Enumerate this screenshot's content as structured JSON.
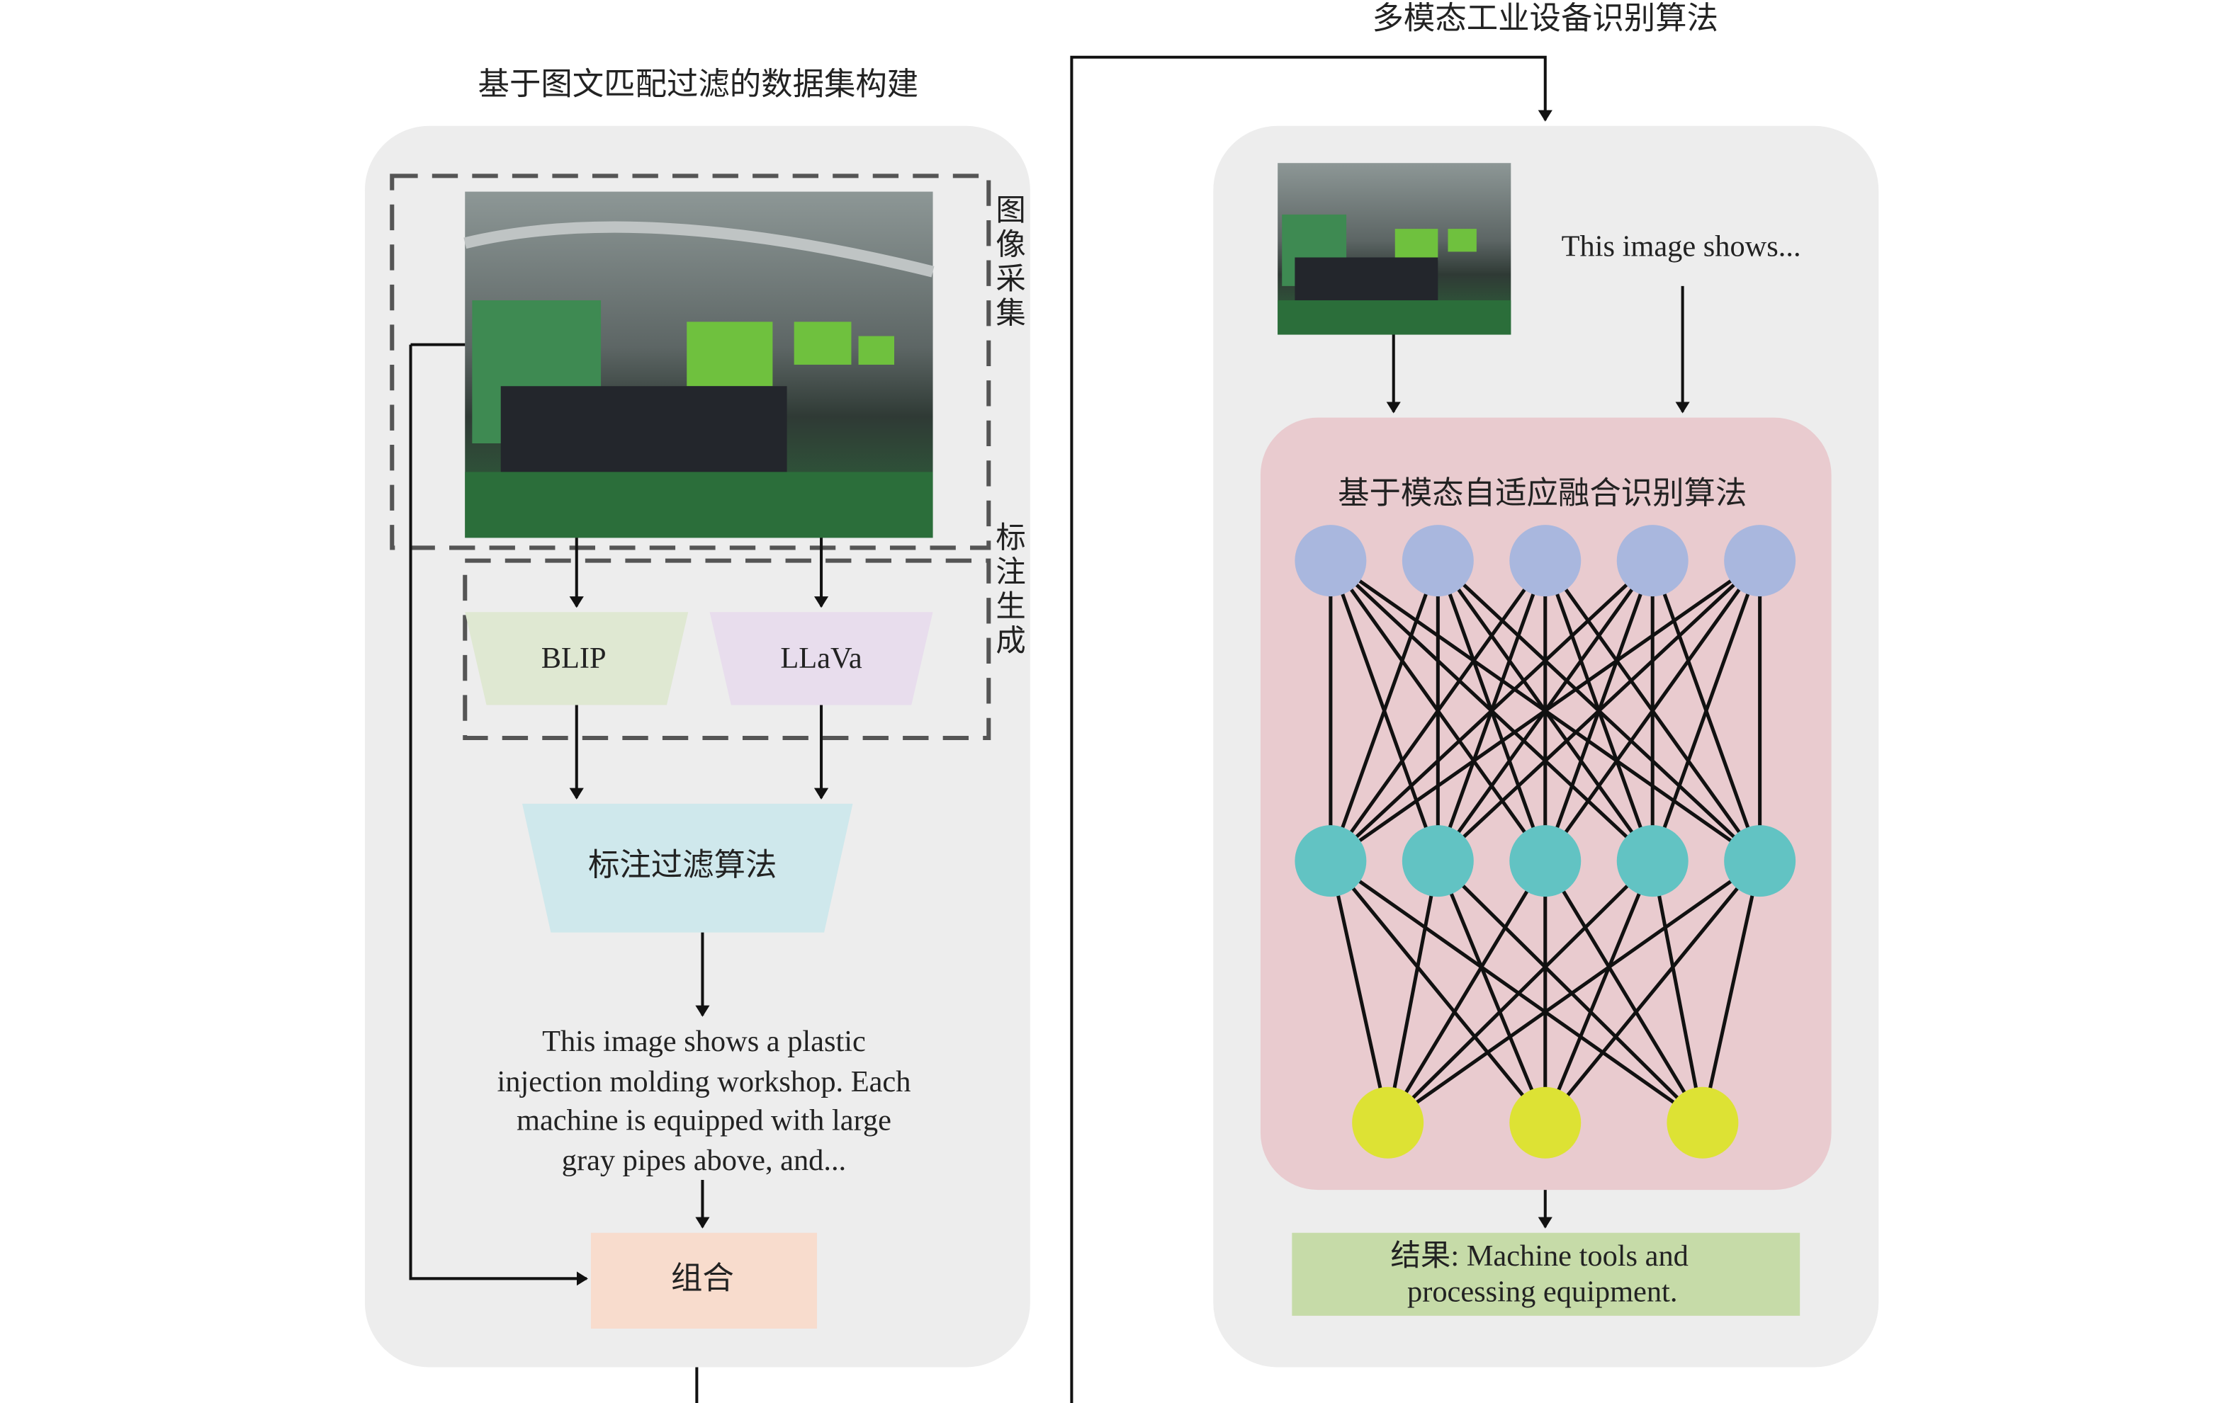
{
  "left_panel": {
    "title": "基于图文匹配过滤的数据集构建",
    "image_capture_label": [
      "图",
      "像",
      "采",
      "集"
    ],
    "annotation_label": [
      "标",
      "注",
      "生",
      "成"
    ],
    "blip": "BLIP",
    "llava": "LLaVa",
    "filter": "标注过滤算法",
    "caption_lines": [
      "This image shows a plastic",
      "injection molding workshop. Each",
      "machine is equipped with large",
      "gray pipes above, and..."
    ],
    "combine": "组合"
  },
  "right_panel": {
    "title": "多模态工业设备识别算法",
    "text_input": "This image shows...",
    "fusion_title": "基于模态自适应融合识别算法",
    "result_lines": [
      "结果: Machine tools and",
      "processing equipment."
    ]
  },
  "network": {
    "layers": [
      5,
      5,
      3
    ],
    "colors": [
      "#a9b7de",
      "#62c3c3",
      "#dde234"
    ]
  },
  "colors": {
    "panel": "#ededed",
    "fusion": "#e9cbcf",
    "blip": "#dfe8d2",
    "llava": "#e8dded",
    "filter": "#cfe8ec",
    "combine": "#f8dccd",
    "result": "#c6dba8"
  }
}
